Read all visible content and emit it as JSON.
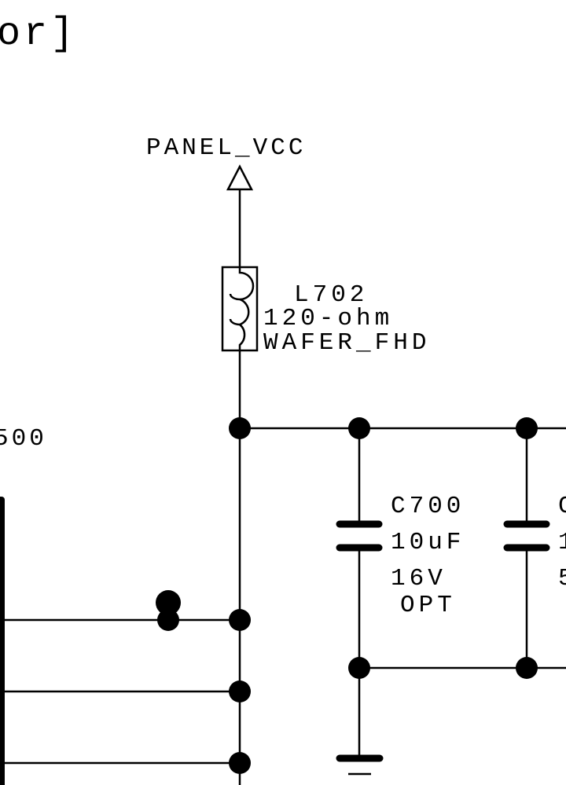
{
  "sheet": {
    "title_fragment": "or]",
    "connector_ref_fragment": "500"
  },
  "power_net": {
    "name": "PANEL_VCC",
    "symbol": "power-arrow"
  },
  "inductor": {
    "ref": "L702",
    "value": "120-ohm",
    "option": "WAFER_FHD"
  },
  "capacitors": [
    {
      "ref": "C700",
      "value": "10uF",
      "voltage": "16V",
      "option": "OPT"
    },
    {
      "ref": "C",
      "value": "1",
      "voltage": "5",
      "option": ""
    }
  ],
  "ground": {
    "symbol": "ground"
  },
  "colors": {
    "ink": "#000000",
    "background": "#ffffff"
  }
}
